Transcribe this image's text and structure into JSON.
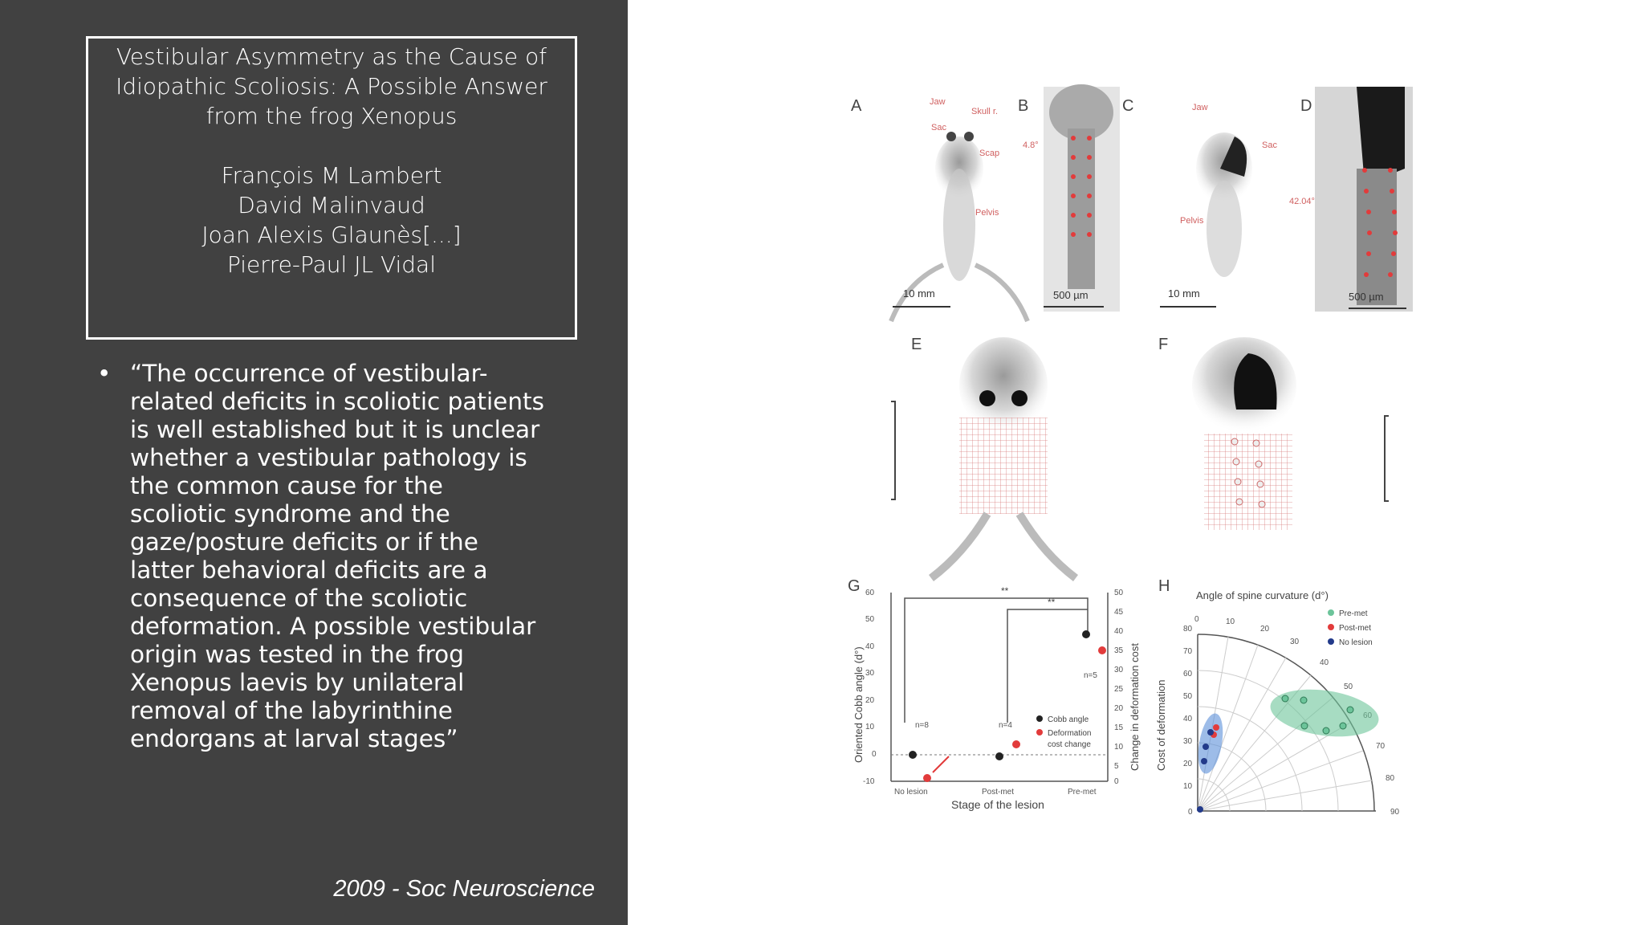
{
  "slide": {
    "title_lines": [
      "Vestibular Asymmetry as the Cause of",
      "Idiopathic Scoliosis: A Possible Answer",
      "from  the frog Xenopus"
    ],
    "authors": [
      "François M Lambert",
      "David Malinvaud",
      "Joan Alexis Glaunès[...]",
      "Pierre-Paul JL Vidal"
    ],
    "bullet": "•",
    "quote": "“The occurrence of vestibular-related deficits in scoliotic patients is well established but it is unclear whether a vestibular pathology is the common cause for the scoliotic syndrome and the gaze/posture deficits or if the latter behavioral deficits are a consequence of the scoliotic deformation. A possible vestibular origin was tested in the frog Xenopus laevis by unilateral removal of the labyrinthine endorgans at larval stages”",
    "citation": "2009 - Soc Neuroscience"
  },
  "figure": {
    "panel_labels": [
      "A",
      "B",
      "C",
      "D",
      "E",
      "F",
      "G",
      "H"
    ],
    "annotations": {
      "jaw": "Jaw",
      "skull": "Skull r.",
      "sac": "Sac",
      "scap": "Scap",
      "pelvis": "Pelvis",
      "angle_b": "4.8°",
      "angle_d": "42.04°",
      "scale_mm": "10 mm",
      "scale_um": "500 µm"
    },
    "panel_g": {
      "ylabel_left": "Oriented Cobb angle (d°)",
      "ylabel_right": "Change in deformation cost",
      "xlabel": "Stage of the lesion",
      "categories": [
        "No lesion",
        "Post-met",
        "Pre-met"
      ],
      "left_ticks": [
        "60",
        "50",
        "40",
        "30",
        "20",
        "10",
        "0",
        "-10"
      ],
      "right_ticks": [
        "50",
        "45",
        "40",
        "35",
        "30",
        "25",
        "20",
        "15",
        "10",
        "5",
        "0"
      ],
      "n_labels": [
        "n=8",
        "n=4",
        "n=5"
      ],
      "sig_marks": [
        "**",
        "**"
      ],
      "legend": [
        "Cobb angle",
        "Deformation",
        "cost change"
      ]
    },
    "panel_h": {
      "title": "Angle of spine curvature (d°)",
      "angle_ticks": [
        "0",
        "10",
        "20",
        "30",
        "40",
        "50",
        "60",
        "70",
        "80",
        "90"
      ],
      "radial_ticks": [
        "80",
        "70",
        "60",
        "50",
        "40",
        "30",
        "20",
        "10",
        "0"
      ],
      "ylabel": "Cost of deformation",
      "legend": [
        "Pre-met",
        "Post-met",
        "No lesion"
      ]
    },
    "colors": {
      "red_dot": "#e23b3b",
      "black_dot": "#222222",
      "green_zone": "#6cc49a",
      "blue_zone": "#5b8fd8"
    }
  }
}
